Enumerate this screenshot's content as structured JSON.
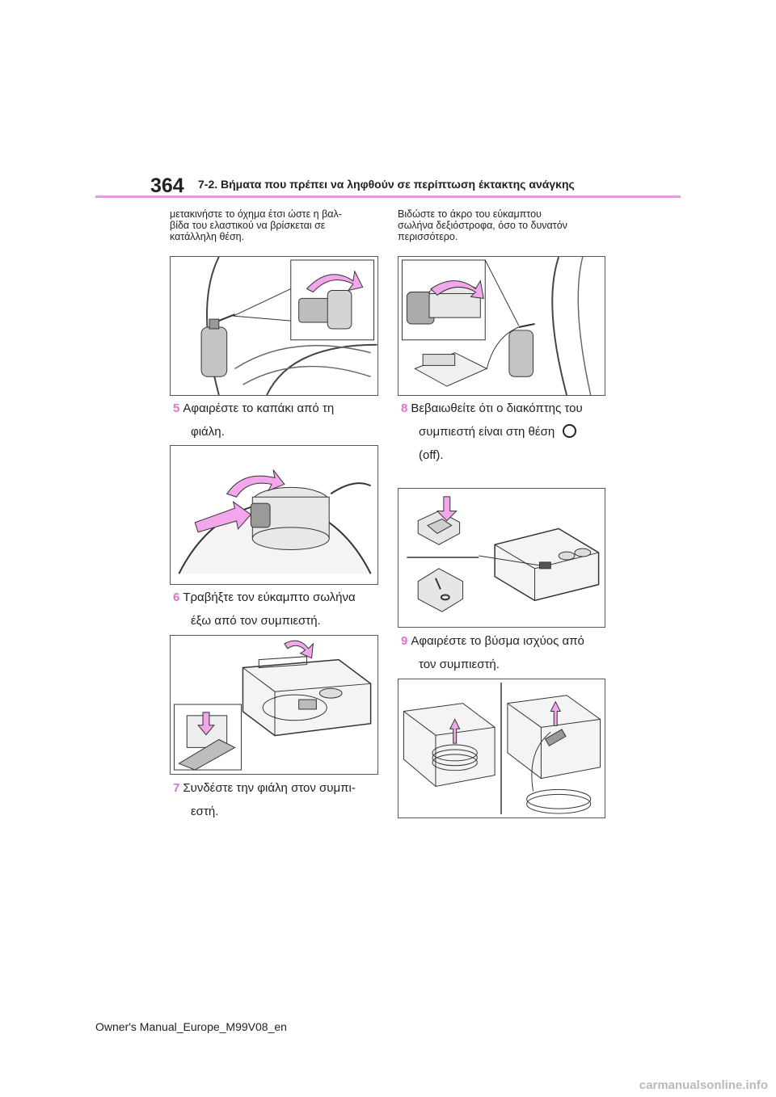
{
  "header": {
    "page_number": "364",
    "section_title": "7-2. Βήματα που πρέπει να ληφθούν σε περίπτωση έκτακτης ανάγκης"
  },
  "left_column": {
    "intro_lines": [
      "μετακινήστε το όχημα έτσι ώστε η βαλ-",
      "βίδα του ελαστικού να βρίσκεται σε",
      "κατάλληλη θέση."
    ],
    "steps": [
      {
        "num": "5",
        "line1": "Αφαιρέστε το καπάκι από τη",
        "line2": "φιάλη."
      },
      {
        "num": "6",
        "line1": "Τραβήξτε τον εύκαμπτο σωλήνα",
        "line2": "έξω από τον συμπιεστή."
      },
      {
        "num": "7",
        "line1": "Συνδέστε την φιάλη στον συμπι-",
        "line2": "εστή."
      }
    ]
  },
  "right_column": {
    "intro_lines": [
      "Βιδώστε το άκρο του εύκαμπτου",
      "σωλήνα δεξιόστροφα, όσο το δυνατόν",
      "περισσότερο."
    ],
    "steps": [
      {
        "num": "8",
        "line1": "Βεβαιωθείτε ότι ο διακόπτης του",
        "line2": "συμπιεστή είναι στη θέση",
        "line3": "(off)."
      },
      {
        "num": "9",
        "line1": "Αφαιρέστε το βύσμα ισχύος από",
        "line2": "τον συμπιεστή."
      }
    ]
  },
  "footer": {
    "text": "Owner's Manual_Europe_M99V08_en"
  },
  "watermark": {
    "text": "carmanualsonline.info"
  },
  "colors": {
    "accent": "#e070d2",
    "arrow_fill": "#f2a6ec",
    "rule": "#e39be0"
  }
}
